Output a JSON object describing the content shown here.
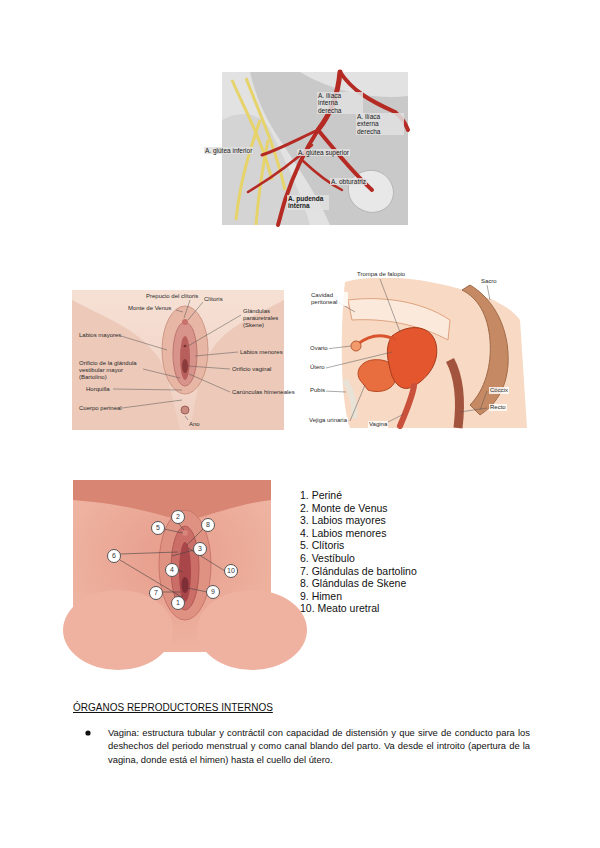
{
  "diagram": {
    "labels": [
      "A. ilíaca interna derecha",
      "A. ilíaca externa derecha",
      "A. glútea inferior",
      "A. glútea superior",
      "A. obturatriz",
      "A. pudenda interna",
      "Prepucio del clítoris",
      "Monte de Venus",
      "Clítoris",
      "Glándulas parauretrales (Skene)",
      "Labios mayores",
      "Labios menores",
      "Orificio de la glándula vestibular mayor (Bartolino)",
      "Orificio vaginal",
      "Horquilla",
      "Carúnculas himeneales",
      "Cuerpo perineal",
      "Ano",
      "Trompa de falopio",
      "Sacro",
      "Cavidad peritoneal",
      "Ovario",
      "Útero",
      "Pubis",
      "Cóccix",
      "Recto",
      "Vejiga urinaria",
      "Vagina",
      "2",
      "5",
      "8",
      "3",
      "6",
      "10",
      "4",
      "7",
      "9",
      "1",
      "1. Periné",
      "2. Monte de Venus",
      "3. Labios mayores",
      "4. Labios menores",
      "5. Clítoris",
      "6. Vestíbulo",
      "7. Glándulas de bartolino",
      "8. Glándulas de Skene",
      "9. Himen",
      "10. Meato uretral",
      "ÓRGANOS REPRODUCTORES INTERNOS",
      "Vagina: estructura tubular y contráctil con capacidad de distensión y que sirve de conducto para los deshechos del periodo menstrual y como canal blando del parto. Va desde el introito (apertura de la vagina, donde está el himen) hasta el cuello del útero."
    ]
  }
}
